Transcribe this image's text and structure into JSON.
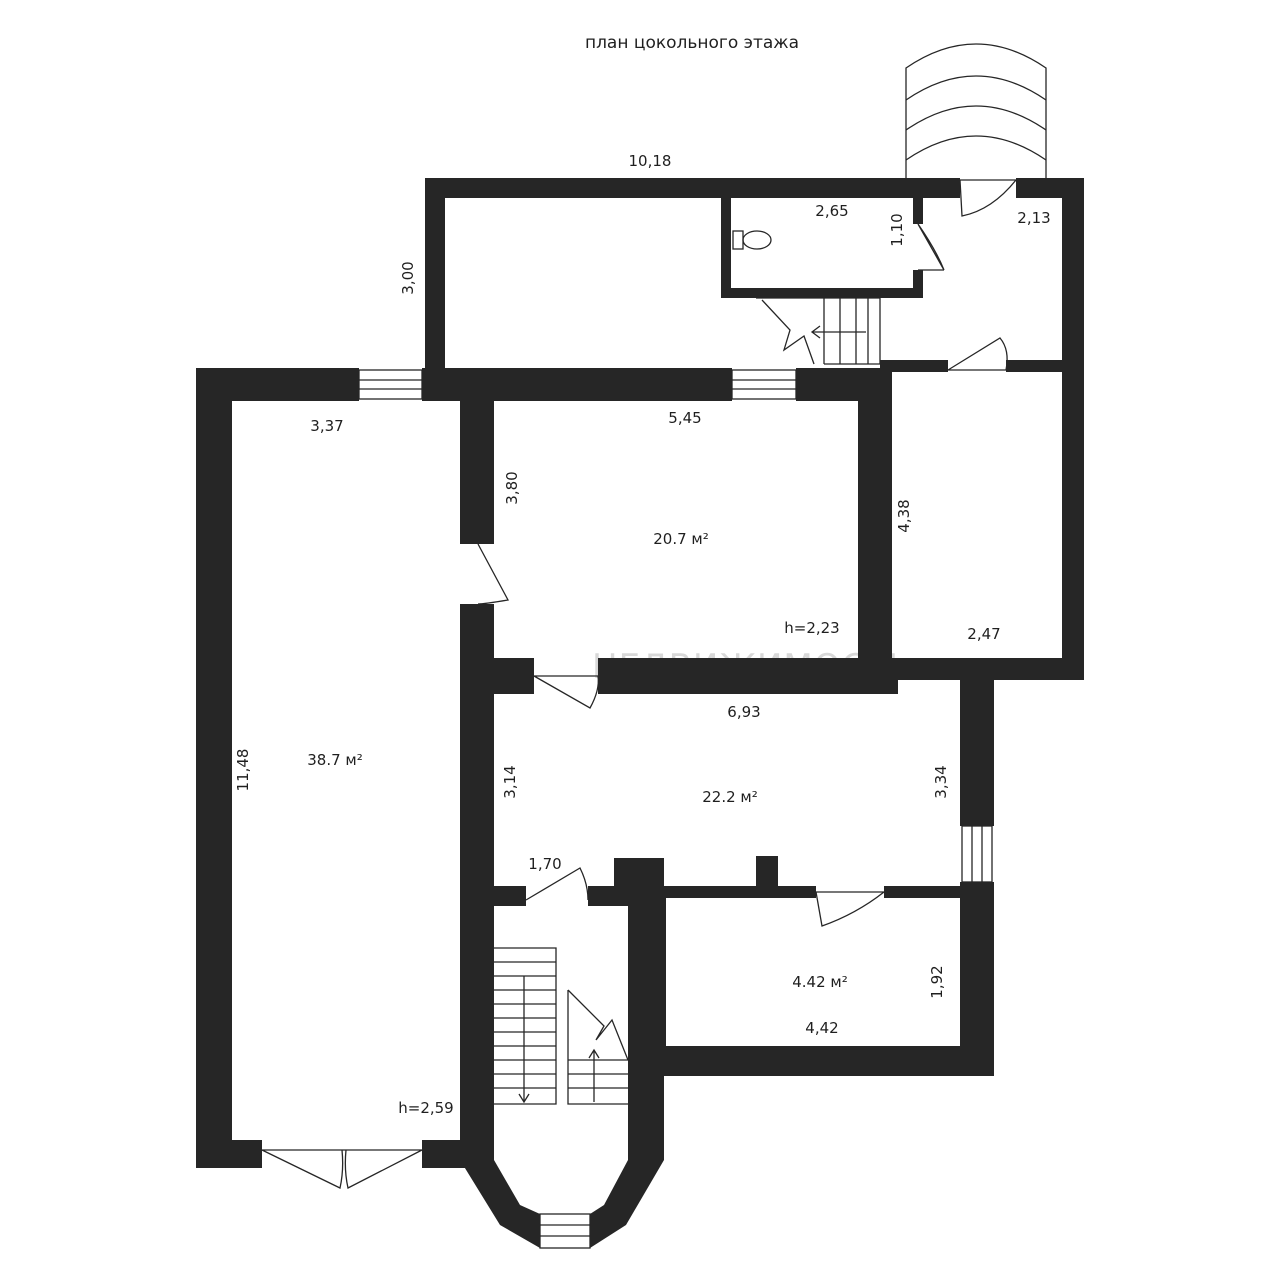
{
  "title": "план цокольного этажа",
  "watermark": "НЕДВИЖИМОСТЬ",
  "dimensions": {
    "top_width": "10,18",
    "top_height": "3,00",
    "wc_width": "2,65",
    "wc_height": "1,10",
    "hall_width": "2,13",
    "left_room_width": "3,37",
    "left_room_length": "11,48",
    "center_room_width": "5,45",
    "center_room_depth": "3,80",
    "right_room_length": "4,38",
    "right_room_width": "2,47",
    "middle_room_width": "6,93",
    "middle_room_left": "3,14",
    "middle_room_right": "3,34",
    "stair_width": "1,70",
    "small_room_height": "1,92",
    "small_room_width": "4,42"
  },
  "areas": {
    "left_room": "38.7 м²",
    "center_room": "20.7 м²",
    "middle_room": "22.2 м²",
    "small_room": "4.42 м²"
  },
  "heights": {
    "center_room": "h=2,23",
    "left_room": "h=2,59"
  },
  "colors": {
    "wall": "#262626",
    "background": "#ffffff",
    "watermark": "#d8d8d8"
  }
}
